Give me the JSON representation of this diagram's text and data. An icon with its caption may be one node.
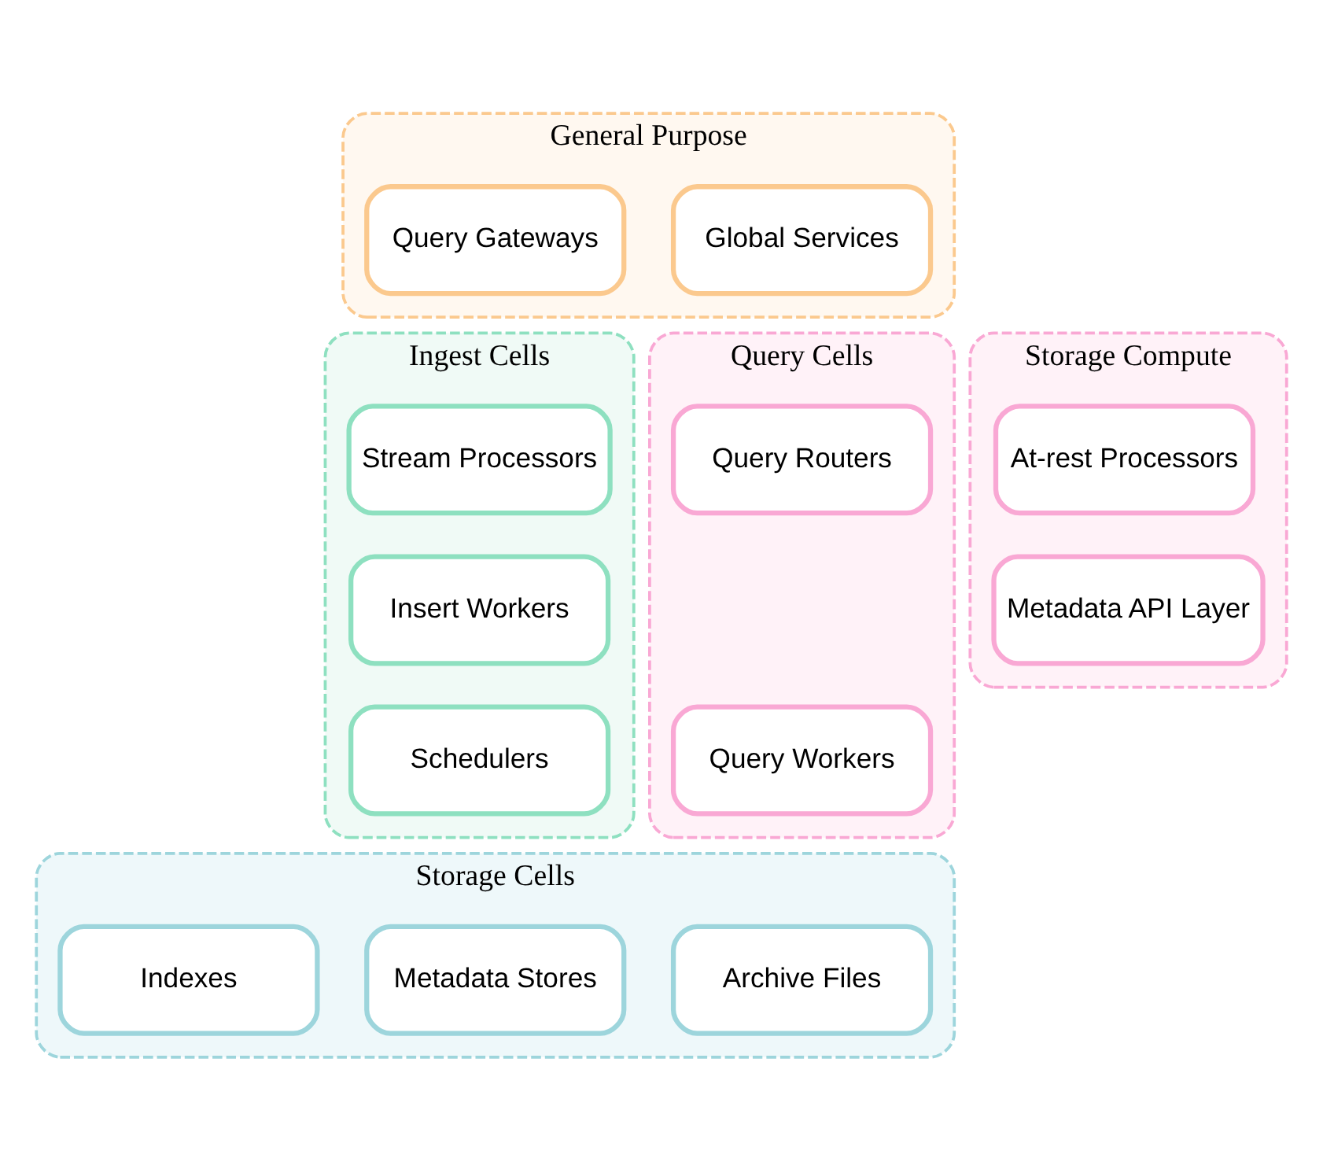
{
  "diagram": {
    "nodes": [
      {
        "text": [
          "General Purpose"
        ]
      },
      {
        "text": [
          "Global Services"
        ],
        "in": 0
      },
      {
        "text": [
          "Query Gateways"
        ],
        "in": 0
      },
      {
        "text": [
          "Ingest Cells"
        ]
      },
      {
        "text": [
          "Stream Processors"
        ],
        "in": 3
      },
      {
        "text": [
          "Insert Workers"
        ],
        "in": 3
      },
      {
        "text": [
          "Schedulers"
        ],
        "in": 3
      },
      {
        "text": [
          "Query Cells"
        ]
      },
      {
        "text": [
          "Query Routers"
        ],
        "in": 7
      },
      {
        "text": [
          "Query Workers"
        ],
        "in": 7
      },
      {
        "text": [
          "Storage Compute"
        ]
      },
      {
        "text": [
          "At-rest Processors"
        ],
        "in": 10
      },
      {
        "text": [
          "Metadata API Layer"
        ],
        "in": 10
      },
      {
        "text": [
          "Storage Cells"
        ]
      },
      {
        "text": [
          "Archive Files"
        ],
        "in": 13
      },
      {
        "text": [
          "Metadata Stores"
        ],
        "in": 13
      },
      {
        "text": [
          "Indexes"
        ],
        "in": 13
      }
    ],
    "edges": []
  }
}
